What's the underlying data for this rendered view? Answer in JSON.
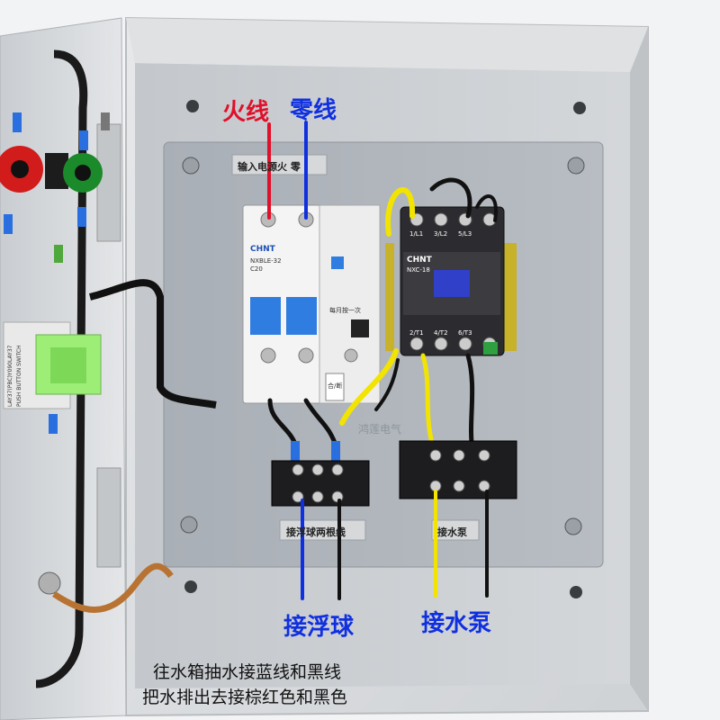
{
  "labels": {
    "live_wire": "火线",
    "neutral_wire": "零线",
    "float_ball": "接浮球",
    "water_pump": "接水泵",
    "caption_line1": "往水箱抽水接蓝线和黑线",
    "caption_line2": "把水排出去接棕红色和黑色"
  },
  "plate_labels": {
    "input_power": "输入电源火  零",
    "float_terminal": "接浮球两根线",
    "pump_terminal": "接水泵",
    "watermark": "鸿莲电气"
  },
  "breaker": {
    "brand": "CHNT",
    "model": "NXBLE-32",
    "rating": "C20",
    "test_text": "每月按一次",
    "side_label": "合/断"
  },
  "contactor": {
    "brand": "CHNT",
    "model": "NXC-18",
    "top_terminals": [
      "1/L1",
      "3/L2",
      "5/L3"
    ],
    "bottom_terminals": [
      "2/T1",
      "4/T2",
      "6/T3"
    ]
  },
  "switch": {
    "model": "LAY37(PBC)Y090LAY37",
    "text": "PUSH BUTTON SWITCH"
  },
  "colors": {
    "red": "#e0102a",
    "blue": "#1030e0",
    "yellow": "#f2e400",
    "black": "#111111",
    "cabinet": "#d9dcdf",
    "panel": "#aeb4bb",
    "breaker_blue": "#2f7de0",
    "contactor": "#2c2c30"
  }
}
